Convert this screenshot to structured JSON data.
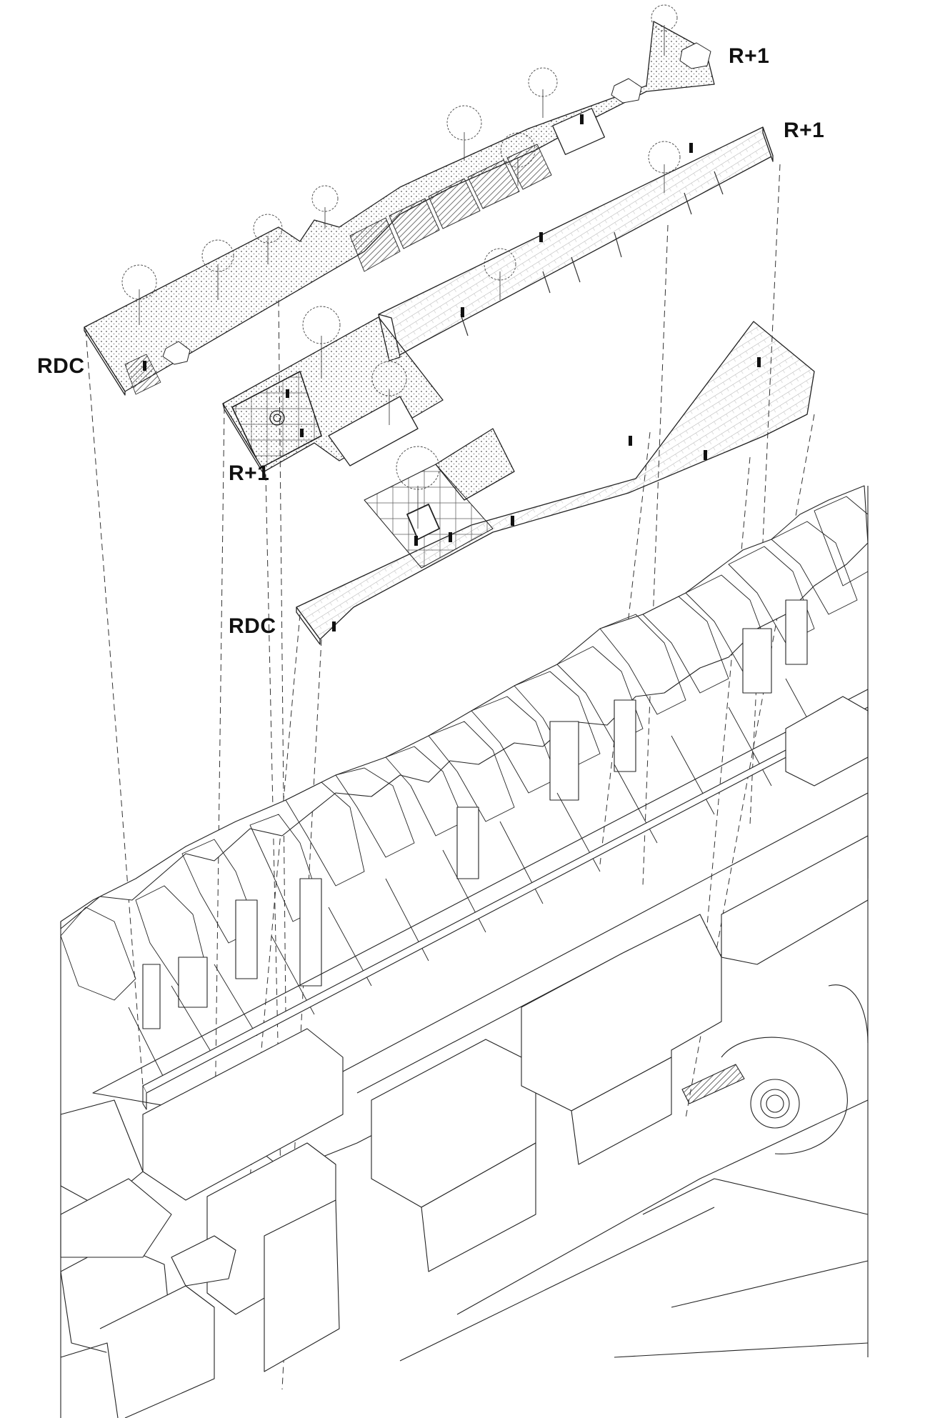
{
  "labels": {
    "r1_top_right": "R+1",
    "r1_right": "R+1",
    "rdc_left": "RDC",
    "r1_middle": "R+1",
    "rdc_middle": "RDC"
  },
  "diagram": {
    "type": "exploded axonometric",
    "layers": [
      {
        "name": "RDC",
        "surface": "dotted paving with trees"
      },
      {
        "name": "R+1",
        "surface": "planted deck with pergolas and seating"
      },
      {
        "name": "R+1",
        "surface": "timber deck strip"
      },
      {
        "name": "R+1",
        "surface": "courtyard with tree garden"
      },
      {
        "name": "RDC",
        "surface": "boardwalk plaza with grid square"
      }
    ],
    "base": "urban block of row buildings",
    "colors": {
      "line": "#222222",
      "background": "#ffffff"
    }
  }
}
